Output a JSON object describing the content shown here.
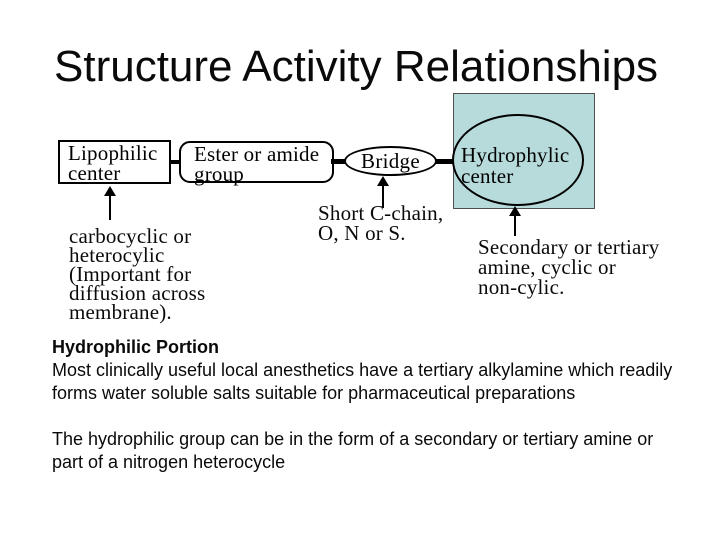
{
  "slide": {
    "title": "Structure Activity Relationships",
    "colors": {
      "background": "#ffffff",
      "hydrophilic_box_fill": "#b7dbdb",
      "outline": "#000000"
    },
    "diagram": {
      "lipophilic_box_label": "Lipophilic\ncenter",
      "ester_box_label": "Ester or amide\ngroup",
      "bridge_ellipse_label": "Bridge",
      "hydrophylic_ellipse_label": "Hydrophylic\ncenter",
      "note_lipophilic": "carbocyclic or\nheterocylic\n(Important for\ndiffusion across\nmembrane).",
      "note_bridge": "Short C-chain,\nO, N or S.",
      "note_hydrophylic": "Secondary or tertiary\namine, cyclic or\nnon-cylic."
    },
    "body": {
      "heading": "Hydrophilic Portion",
      "para1": "Most clinically useful local anesthetics have a tertiary alkylamine which readily\nforms water soluble salts suitable for pharmaceutical preparations",
      "para2": "The hydrophilic group can be in the form of a secondary or tertiary amine or\npart of a nitrogen heterocycle"
    }
  }
}
